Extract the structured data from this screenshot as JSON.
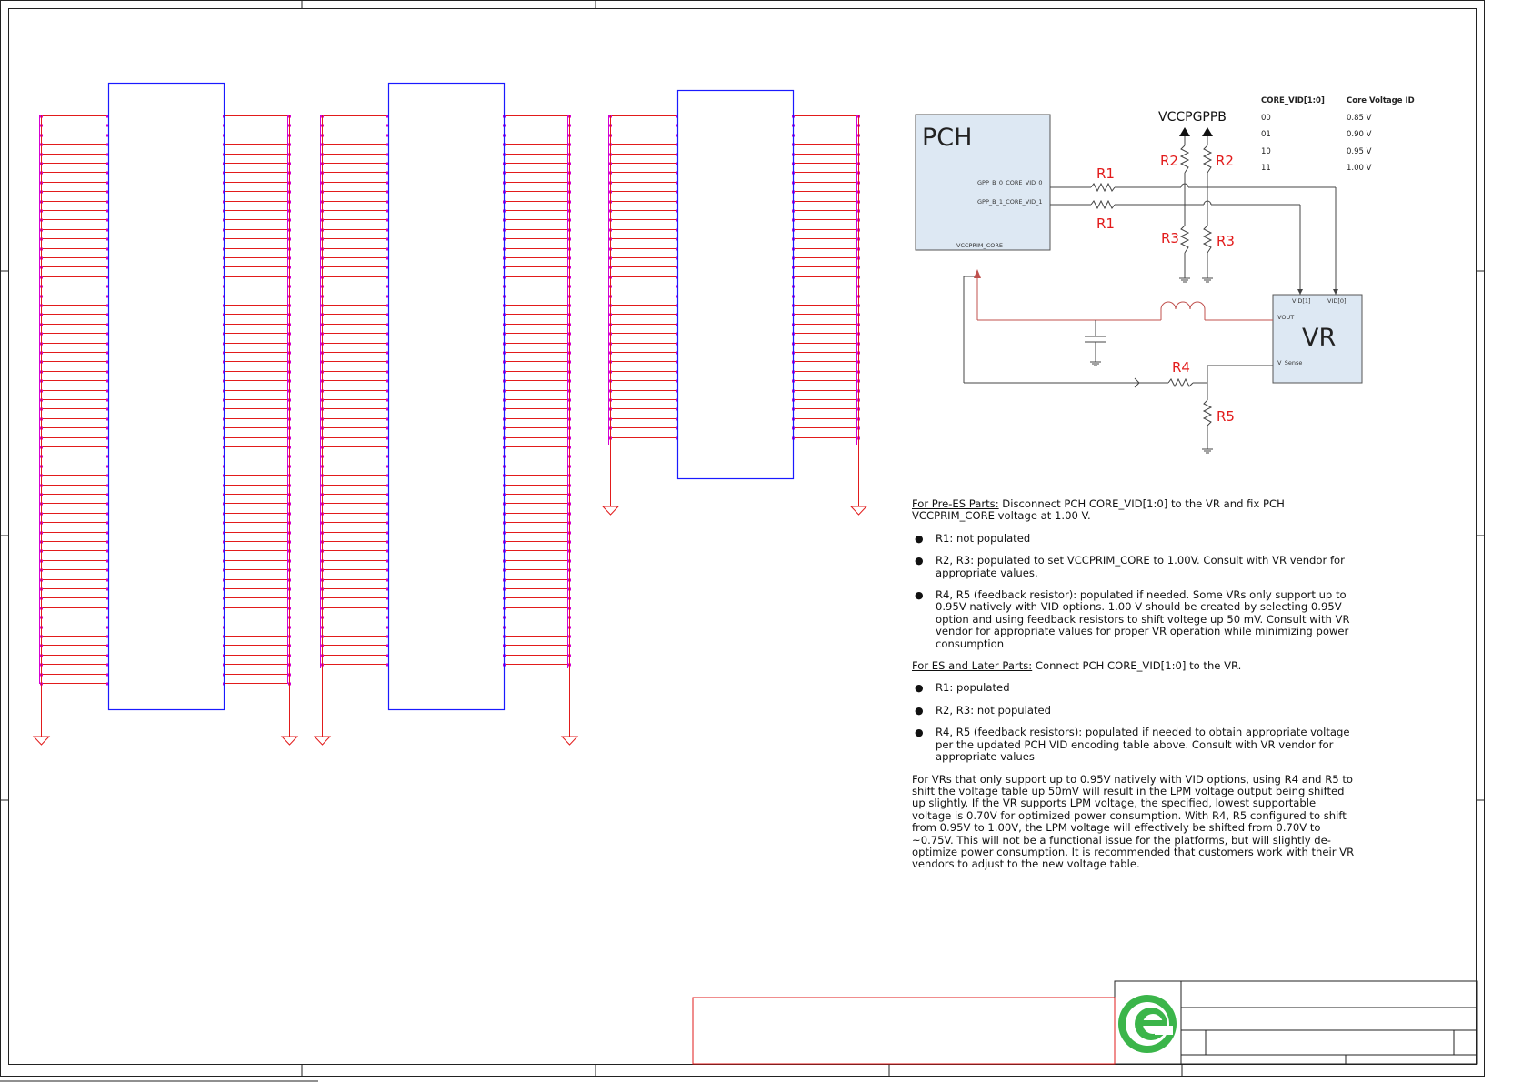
{
  "diagram": {
    "blocks": {
      "pch": "PCH",
      "vr": "VR"
    },
    "pch_pins": {
      "vid0": "GPP_B_0_CORE_VID_0",
      "vid1": "GPP_B_1_CORE_VID_1",
      "vccprim": "VCCPRIM_CORE"
    },
    "vr_pins": {
      "vid1": "VID[1]",
      "vid0": "VID[0]",
      "vout": "VOUT",
      "vsense": "V_Sense"
    },
    "rail": "VCCPGPPB",
    "resistors": {
      "r1_top": "R1",
      "r1_bottom": "R1",
      "r2_left": "R2",
      "r2_right": "R2",
      "r3_left": "R3",
      "r3_right": "R3",
      "r4": "R4",
      "r5": "R5"
    },
    "vid_table": {
      "header": [
        "CORE_VID[1:0]",
        "Core Voltage ID"
      ],
      "rows": [
        [
          "00",
          "0.85 V"
        ],
        [
          "01",
          "0.90 V"
        ],
        [
          "10",
          "0.95 V"
        ],
        [
          "11",
          "1.00 V"
        ]
      ]
    },
    "colors": {
      "red": "#e21b1b",
      "pin_magenta": "#d400d4",
      "symbol_blue": "#1a1aff",
      "block_fill": "#dde8f3",
      "logo_green": "#3bb54a"
    }
  },
  "notes": {
    "pre_es": {
      "heading": "For Pre-ES Parts:",
      "text": " Disconnect PCH CORE_VID[1:0] to the VR and fix PCH VCCPRIM_CORE voltage at 1.00 V.",
      "bullets": [
        "R1: not populated",
        "R2, R3: populated to set VCCPRIM_CORE to 1.00V. Consult with VR vendor for appropriate values.",
        "R4, R5 (feedback resistor): populated if needed. Some VRs only support up to 0.95V natively with VID options. 1.00 V should be created by selecting 0.95V option and using feedback resistors to shift voltege up 50 mV. Consult with VR vendor for appropriate values for proper VR operation while minimizing power consumption"
      ]
    },
    "es_later": {
      "heading": "For ES and Later Parts:",
      "text": " Connect PCH CORE_VID[1:0] to the VR.",
      "bullets": [
        "R1: populated",
        "R2, R3: not populated",
        "R4, R5 (feedback resistors): populated if needed to obtain appropriate voltage per the updated PCH VID encoding table above. Consult with VR vendor for appropriate values"
      ]
    },
    "paragraph": "For VRs that only support up to 0.95V natively with VID options, using R4 and R5 to shift the voltage table up 50mV will result in the LPM voltage output being shifted up slightly.  If the VR supports LPM voltage, the specified, lowest supportable voltage is 0.70V for optimized power consumption.  With R4, R5 configured to shift from 0.95V to 1.00V, the LPM voltage will effectively be shifted from 0.70V to ~0.75V.  This will not be a functional issue for the platforms, but will slightly de-optimize power consumption.  It is recommended that customers work with their VR vendors to adjust to the new voltage table."
  },
  "title_block": {
    "logo": "company-logo"
  }
}
